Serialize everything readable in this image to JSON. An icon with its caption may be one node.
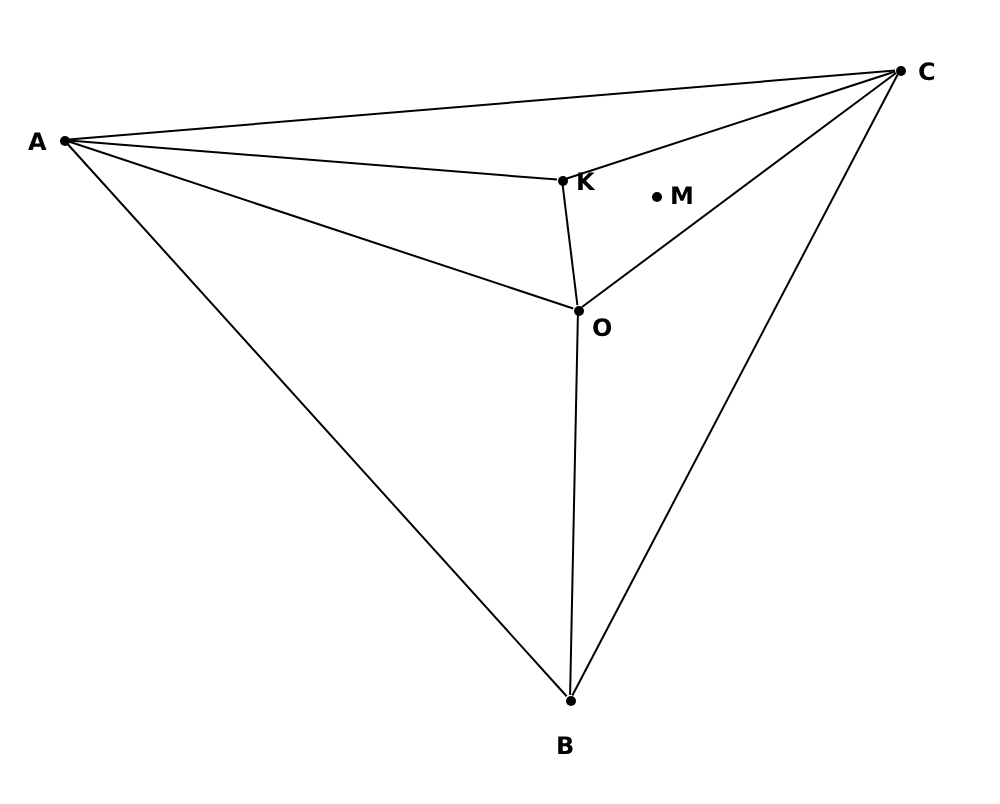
{
  "diagram": {
    "nodes": [
      {
        "text": [
          "A"
        ]
      },
      {
        "text": [
          "C"
        ]
      },
      {
        "text": [
          "K"
        ]
      },
      {
        "text": [
          "M"
        ]
      },
      {
        "text": [
          "O"
        ]
      },
      {
        "text": [
          "B"
        ]
      }
    ],
    "edges": [
      {
        "from": 0,
        "to": 1,
        "arrow": "none"
      },
      {
        "from": 0,
        "to": 2,
        "arrow": "none"
      },
      {
        "from": 0,
        "to": 4,
        "arrow": "none"
      },
      {
        "from": 0,
        "to": 5,
        "arrow": "none"
      },
      {
        "from": 2,
        "to": 1,
        "arrow": "none"
      },
      {
        "from": 2,
        "to": 4,
        "arrow": "none"
      },
      {
        "from": 4,
        "to": 1,
        "arrow": "none"
      },
      {
        "from": 4,
        "to": 5,
        "arrow": "none"
      },
      {
        "from": 5,
        "to": 1,
        "arrow": "none"
      }
    ]
  }
}
